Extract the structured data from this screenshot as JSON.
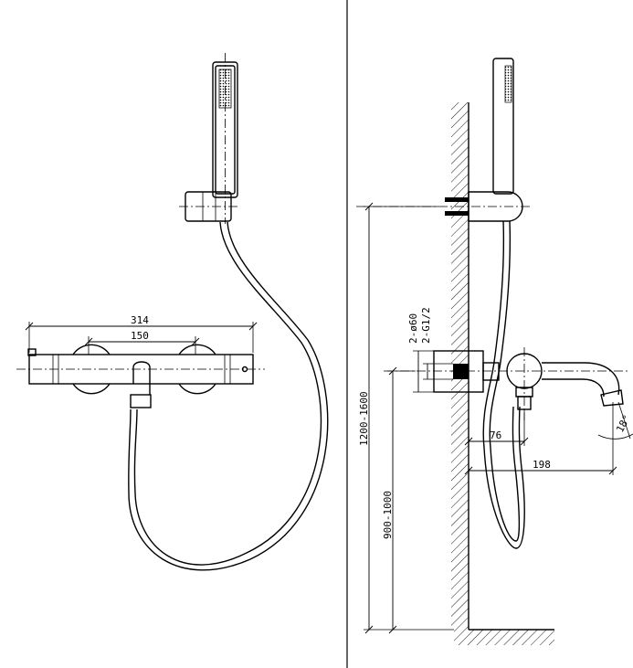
{
  "front_view": {
    "dim_total_width": "314",
    "dim_handle_spacing": "150"
  },
  "side_view": {
    "dim_connection_diameter": "2-ø60",
    "dim_connection_thread": "2-G1/2",
    "dim_bracket_height": "1200-1600",
    "dim_mixer_height": "900-1000",
    "dim_wall_offset": "76",
    "dim_spout_reach": "198",
    "dim_spout_angle": "18°"
  }
}
